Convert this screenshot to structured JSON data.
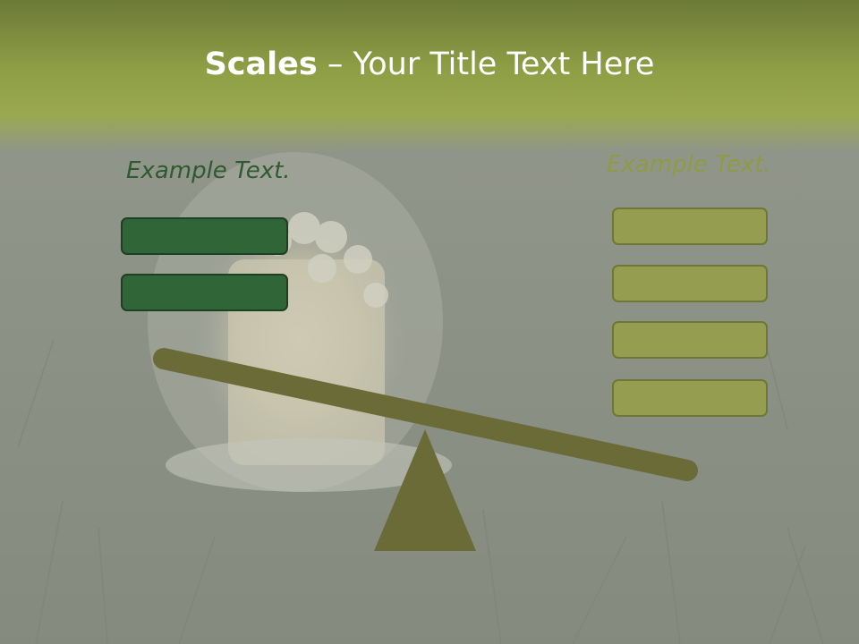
{
  "slide": {
    "title_bold": "Scales",
    "title_rest": " – Your Title Text Here",
    "left_label": "Example Text.",
    "right_label": "Example Text."
  },
  "left_boxes": [
    {
      "label": ""
    },
    {
      "label": ""
    }
  ],
  "right_boxes": [
    {
      "label": ""
    },
    {
      "label": ""
    },
    {
      "label": ""
    },
    {
      "label": ""
    }
  ],
  "colors": {
    "title_band": "#8e9e45",
    "left_box": "#2f6537",
    "right_box": "#959e50",
    "scale": "#6b6b38",
    "left_text": "#2f5a2f",
    "right_text": "#8f9a44"
  },
  "icons": {
    "background": "glowing-led-bulb-in-grass-photo",
    "scale": "seesaw-scale-icon"
  }
}
